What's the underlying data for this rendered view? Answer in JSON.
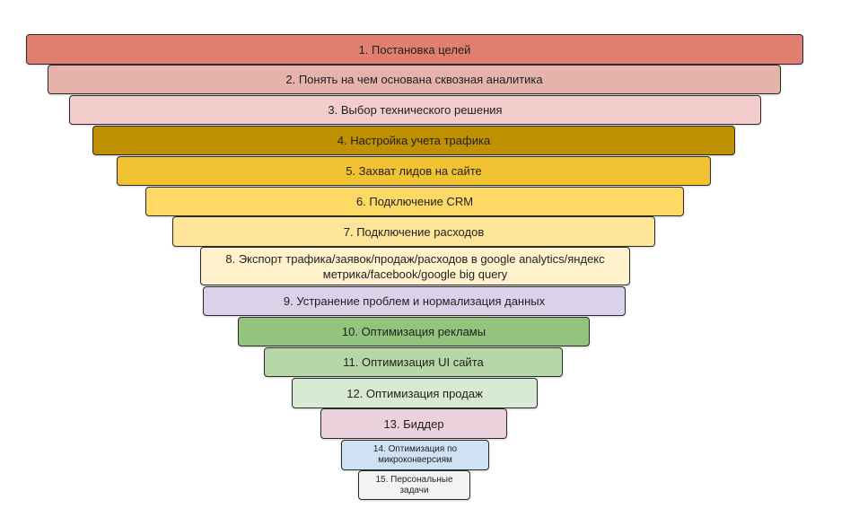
{
  "funnel": {
    "stages": [
      {
        "label": "1. Постановка целей",
        "color": "#e07f6f"
      },
      {
        "label": "2. Понять на чем основана сквозная аналитика",
        "color": "#e6b3ab"
      },
      {
        "label": "3. Выбор технического решения",
        "color": "#f3cccc"
      },
      {
        "label": "4. Настройка учета трафика",
        "color": "#bf9000"
      },
      {
        "label": "5. Захват лидов на сайте",
        "color": "#f1c232"
      },
      {
        "label": "6. Подключение CRM",
        "color": "#ffd966"
      },
      {
        "label": "7. Подключение расходов",
        "color": "#ffe599"
      },
      {
        "label": "8. Экспорт трафика/заявок/продаж/расходов в google analytics/яндекс метрика/facebook/google big query",
        "color": "#fff2cc"
      },
      {
        "label": "9. Устранение проблем и нормализация данных",
        "color": "#d9d2e9"
      },
      {
        "label": "10. Оптимизация рекламы",
        "color": "#93c47d"
      },
      {
        "label": "11. Оптимизация UI сайта",
        "color": "#b6d7a8"
      },
      {
        "label": "12. Оптимизация продаж",
        "color": "#d9ead3"
      },
      {
        "label": "13. Биддер",
        "color": "#ead1dc"
      },
      {
        "label": "14. Оптимизация по микроконверсиям",
        "color": "#cfe2f3"
      },
      {
        "label": "15. Персональные задачи",
        "color": "#f3f3f3"
      }
    ]
  }
}
